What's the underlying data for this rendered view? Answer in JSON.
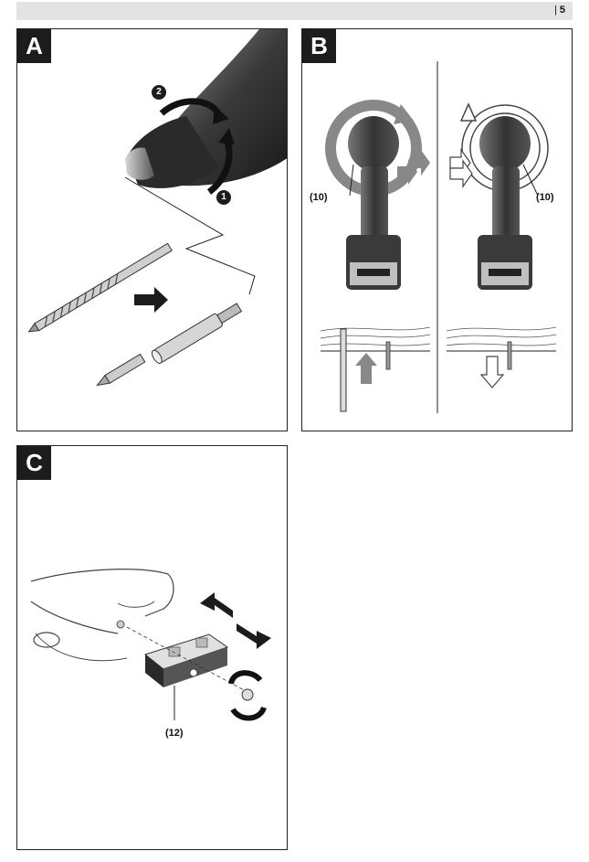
{
  "header": {
    "page_number": "5",
    "separator": "|"
  },
  "panels": {
    "a": {
      "badge": "A",
      "step_1": "1",
      "step_2": "2"
    },
    "b": {
      "badge": "B",
      "label_left": "(10)",
      "label_right": "(10)"
    },
    "c": {
      "badge": "C",
      "label": "(12)"
    }
  }
}
